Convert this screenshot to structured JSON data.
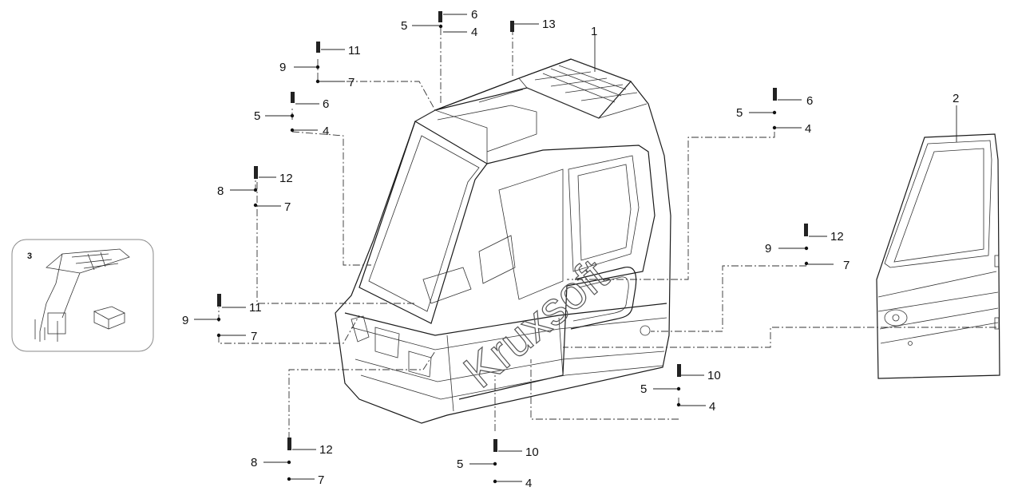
{
  "diagram": {
    "callouts": [
      {
        "id": "c1",
        "text": "1"
      },
      {
        "id": "c2",
        "text": "2"
      },
      {
        "id": "c3",
        "text": "3"
      },
      {
        "id": "c5a",
        "text": "5"
      },
      {
        "id": "c6a",
        "text": "6"
      },
      {
        "id": "c4a",
        "text": "4"
      },
      {
        "id": "c13",
        "text": "13"
      },
      {
        "id": "c11a",
        "text": "11"
      },
      {
        "id": "c9a",
        "text": "9"
      },
      {
        "id": "c7a",
        "text": "7"
      },
      {
        "id": "c6b",
        "text": "6"
      },
      {
        "id": "c5b",
        "text": "5"
      },
      {
        "id": "c4b",
        "text": "4"
      },
      {
        "id": "c12a",
        "text": "12"
      },
      {
        "id": "c8a",
        "text": "8"
      },
      {
        "id": "c7b",
        "text": "7"
      },
      {
        "id": "c11b",
        "text": "11"
      },
      {
        "id": "c9b",
        "text": "9"
      },
      {
        "id": "c7c",
        "text": "7"
      },
      {
        "id": "c12b",
        "text": "12"
      },
      {
        "id": "c8b",
        "text": "8"
      },
      {
        "id": "c7d",
        "text": "7"
      },
      {
        "id": "c10a",
        "text": "10"
      },
      {
        "id": "c5c",
        "text": "5"
      },
      {
        "id": "c4c",
        "text": "4"
      },
      {
        "id": "c6c",
        "text": "6"
      },
      {
        "id": "c5d",
        "text": "5"
      },
      {
        "id": "c4d",
        "text": "4"
      },
      {
        "id": "c12c",
        "text": "12"
      },
      {
        "id": "c9c",
        "text": "9"
      },
      {
        "id": "c7e",
        "text": "7"
      },
      {
        "id": "c10b",
        "text": "10"
      },
      {
        "id": "c5e",
        "text": "5"
      },
      {
        "id": "c4e",
        "text": "4"
      }
    ],
    "watermark": "Kruxsoft",
    "colors": {
      "line": "#1a1a1a",
      "background": "#ffffff",
      "inset_border": "#8a8a8a"
    }
  }
}
